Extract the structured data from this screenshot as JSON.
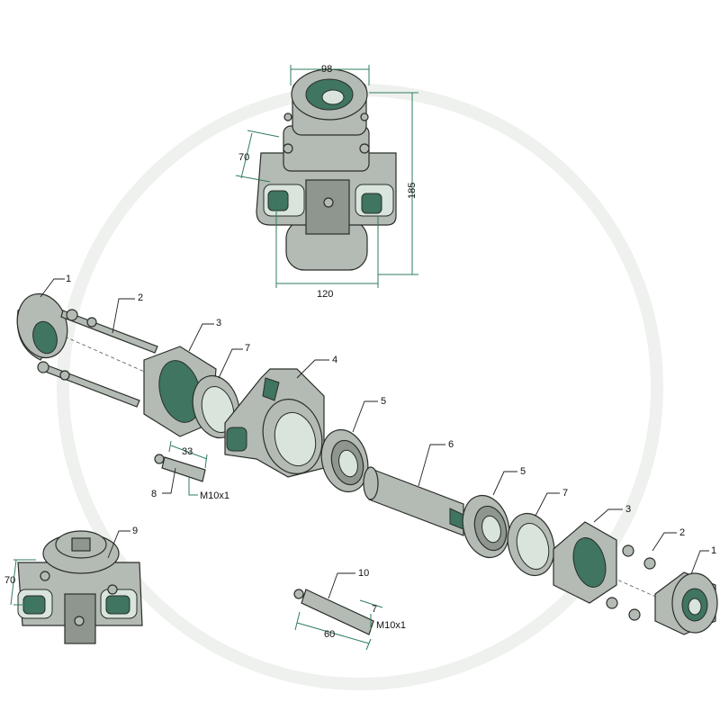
{
  "title": "Exploded view of bearing housing assembly",
  "colors": {
    "part": "#b4bab4",
    "interior": "#3f7561",
    "dimension": "#2e7d5b"
  },
  "top_view": {
    "dim_width_top": "98",
    "dim_height": "185",
    "dim_side": "70",
    "dim_width_bottom": "120"
  },
  "callouts": {
    "p1_left": "1",
    "p2_left": "2",
    "p3_left": "3",
    "p7_left": "7",
    "p4": "4",
    "p5_left": "5",
    "p6": "6",
    "p5_right": "5",
    "p7_right": "7",
    "p3_right": "3",
    "p2_right": "2",
    "p1_right": "1",
    "p8": "8",
    "p9": "9",
    "p10": "10"
  },
  "part8": {
    "length": "33",
    "thread": "M10x1"
  },
  "part9": {
    "dim_side": "70"
  },
  "part10": {
    "length": "60",
    "thread_len": "7",
    "thread": "M10x1"
  }
}
